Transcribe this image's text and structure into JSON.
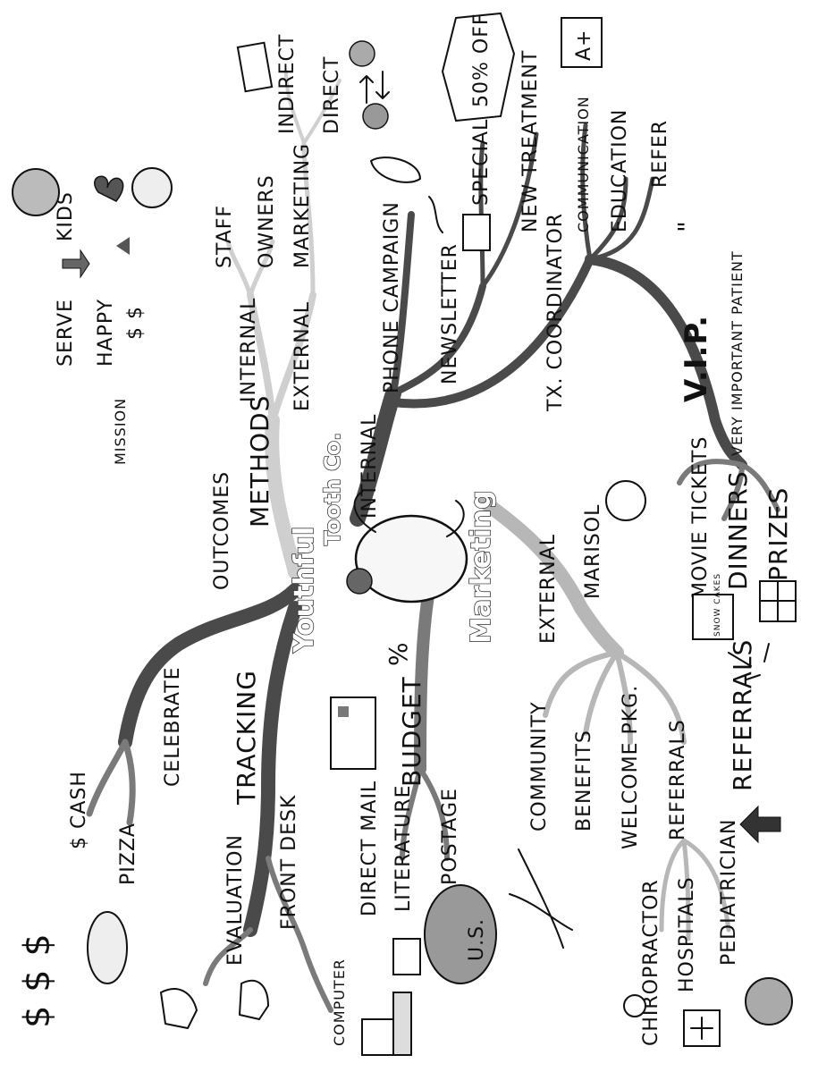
{
  "center": {
    "title_line1": "Youthful",
    "title_line2": "Tooth Co.",
    "subtitle": "Marketing"
  },
  "top_left": {
    "celebrate": "CELEBRATE",
    "cash": "$ CASH",
    "pizza": "PIZZA",
    "dollars": "$ $ $",
    "tracking": "TRACKING",
    "evaluation": "EVALUATION",
    "front_desk": "FRONT DESK",
    "computer": "COMPUTER"
  },
  "top_right": {
    "outcomes": "OUTCOMES",
    "methods": "METHODS",
    "internal": "INTERNAL",
    "external": "EXTERNAL",
    "staff": "STAFF",
    "owners": "OWNERS",
    "marketing": "MARKETING",
    "indirect": "INDIRECT",
    "direct": "DIRECT",
    "mission": "MISSION",
    "serve": "SERVE",
    "kids": "KIDS",
    "happy": "HAPPY",
    "dollars": "$ $"
  },
  "right": {
    "internal": "INTERNAL",
    "phone_campaign": "PHONE CAMPAIGN",
    "newsletter": "NEWSLETTER",
    "specials": "SPECIALS",
    "new_treatment": "NEW TREATMENT",
    "sale": "50% OFF",
    "grade": "A+",
    "tx_coordinator": "TX. COORDINATOR",
    "communication": "COMMUNICATION",
    "education": "EDUCATION",
    "refer": "REFER",
    "vip": "V.I.P.",
    "vip_quote": "\"",
    "vip_meaning": "VERY IMPORTANT PATIENT",
    "movie_tickets": "MOVIE TICKETS",
    "dinners": "DINNERS",
    "prizes": "PRIZES"
  },
  "bottom_left": {
    "budget": "BUDGET",
    "percent": "%",
    "direct_mail": "DIRECT MAIL",
    "literature": "LITERATURE",
    "postage": "POSTAGE",
    "us": "U.S."
  },
  "bottom_right": {
    "external": "EXTERNAL",
    "marisol": "MARISOL",
    "community": "COMMUNITY",
    "benefits": "BENEFITS",
    "welcome_pkg": "WELCOME PKG.",
    "referrals": "REFERRALS",
    "referrals_big": "REFERRALS",
    "chiropractor": "CHIROPRACTOR",
    "hospitals": "HOSPITALS",
    "pediatrician": "PEDIATRICIAN",
    "snow_cakes": "SNOW CAKES"
  }
}
